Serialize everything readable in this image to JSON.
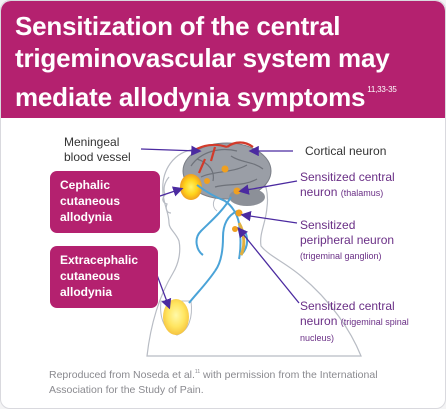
{
  "title": {
    "text": "Sensitization of the central trigeminovascular system may mediate allodynia symptoms",
    "refs": "11,33-35"
  },
  "labels": {
    "meningeal": "Meningeal blood vessel",
    "cortical": "Cortical neuron",
    "sensitized_central_thalamus": "Sensitized central neuron",
    "thalamus_note": "(thalamus)",
    "sensitized_peripheral": "Sensitized peripheral neuron",
    "ganglion_note": "(trigeminal ganglion)",
    "sensitized_central_spinal": "Sensitized central neuron",
    "spinal_note": "(trigeminal spinal nucleus)"
  },
  "boxes": {
    "cephalic": "Cephalic cutaneous allodynia",
    "extracephalic": "Extracephalic cutaneous allodynia"
  },
  "footer": {
    "before": "Reproduced from Noseda et al.",
    "ref": "11",
    "after": " with permission from the International Association for the Study of Pain."
  },
  "colors": {
    "brand": "#b4216f",
    "label_purple": "#6a2f86",
    "arrow": "#4b2aa0",
    "nerve": "#4aa3d8",
    "neuron": "#f0a020",
    "vessel": "#d23a2a"
  }
}
